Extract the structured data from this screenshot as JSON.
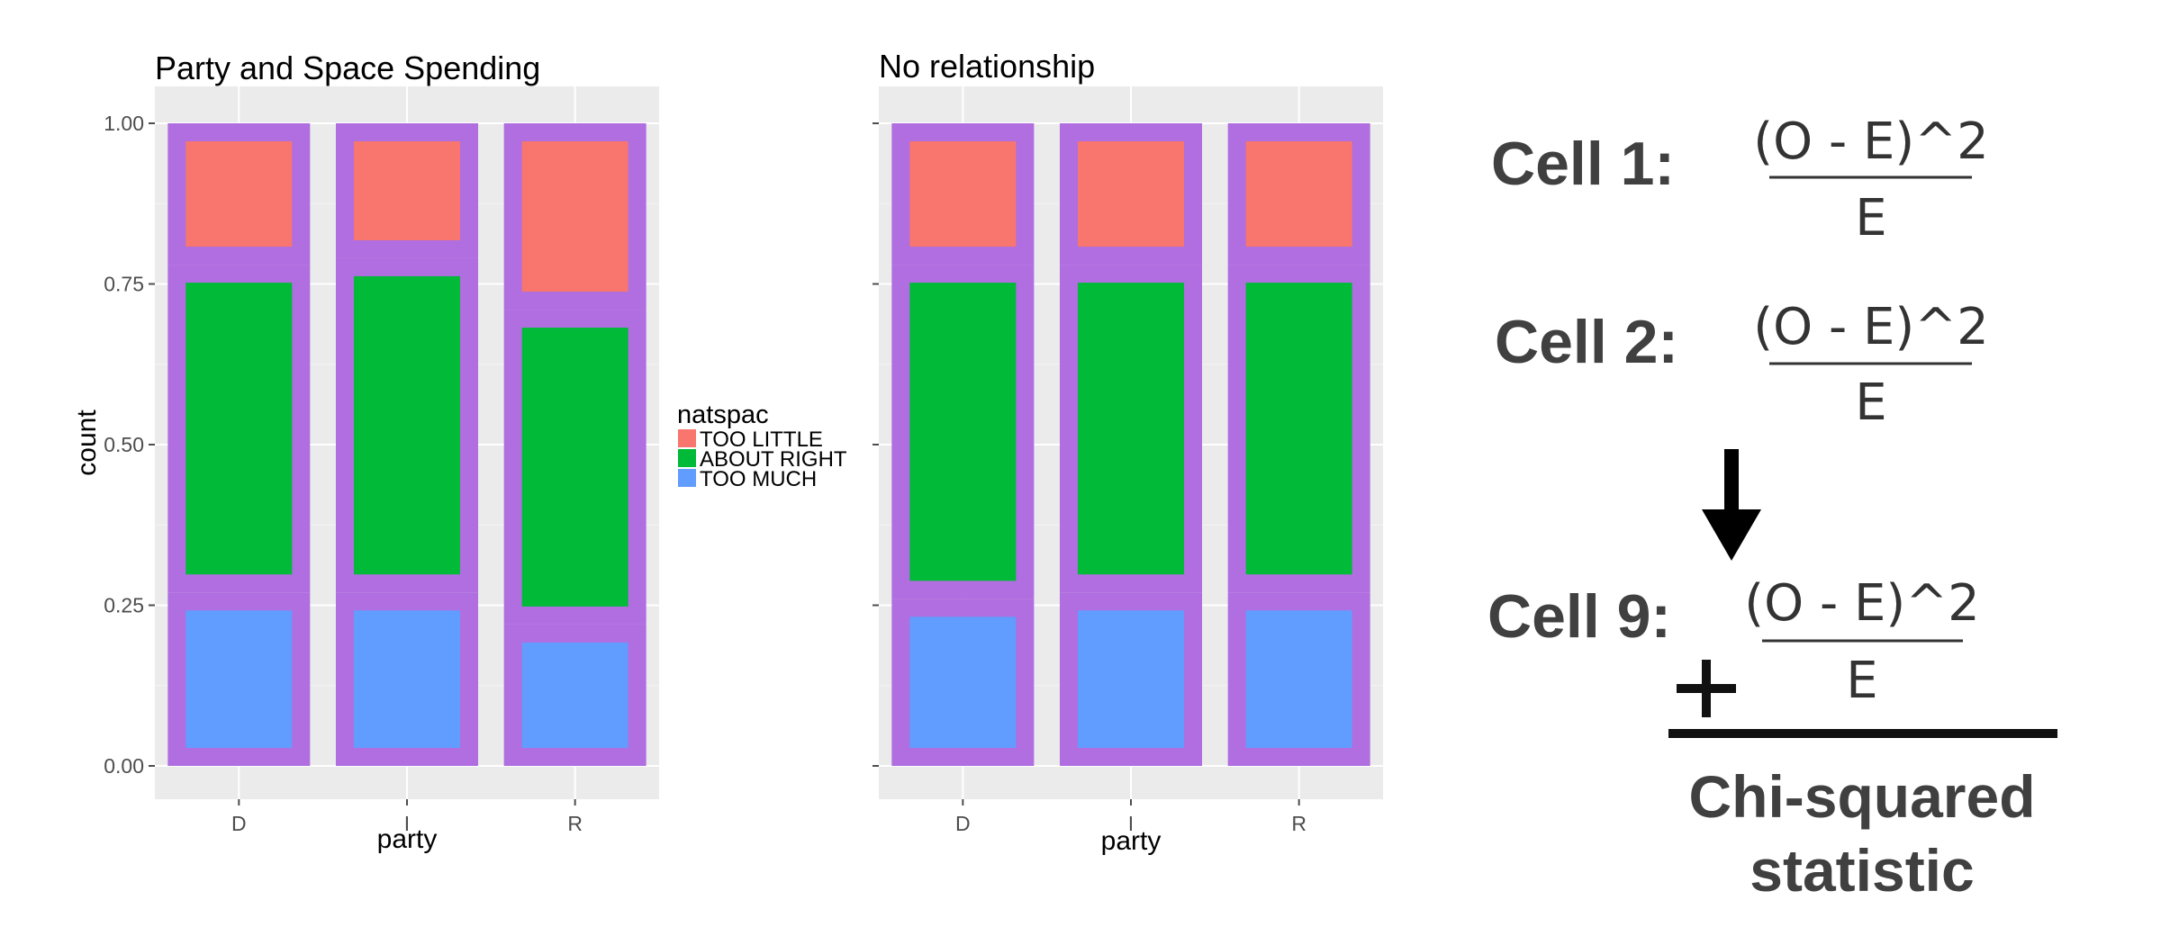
{
  "chart_data": [
    {
      "type": "bar",
      "title": "Party and Space Spending",
      "xlabel": "party",
      "ylabel": "count",
      "categories": [
        "D",
        "I",
        "R"
      ],
      "ylim": [
        0,
        1
      ],
      "yticks": [
        "0.00",
        "0.25",
        "0.50",
        "0.75",
        "1.00"
      ],
      "stacked": true,
      "series": [
        {
          "name": "TOO MUCH",
          "values": [
            0.27,
            0.27,
            0.22
          ]
        },
        {
          "name": "ABOUT RIGHT",
          "values": [
            0.51,
            0.52,
            0.49
          ]
        },
        {
          "name": "TOO LITTLE",
          "values": [
            0.22,
            0.21,
            0.29
          ]
        }
      ],
      "legend": {
        "title": "natspac",
        "position": "right",
        "items": [
          "TOO LITTLE",
          "ABOUT RIGHT",
          "TOO MUCH"
        ]
      },
      "grid": true
    },
    {
      "type": "bar",
      "title": "No relationship",
      "xlabel": "party",
      "ylabel": "",
      "categories": [
        "D",
        "I",
        "R"
      ],
      "ylim": [
        0,
        1
      ],
      "stacked": true,
      "series": [
        {
          "name": "TOO MUCH",
          "values": [
            0.26,
            0.27,
            0.27
          ]
        },
        {
          "name": "ABOUT RIGHT",
          "values": [
            0.52,
            0.51,
            0.51
          ]
        },
        {
          "name": "TOO LITTLE",
          "values": [
            0.22,
            0.22,
            0.22
          ]
        }
      ],
      "grid": true
    }
  ],
  "colors": {
    "too_little": "#F8766D",
    "about_right": "#00BA38",
    "too_much": "#619CFF",
    "outline": "#B06EE0",
    "panel": "#EBEBEB",
    "grid": "#FFFFFF"
  },
  "formula": {
    "cells": [
      {
        "label": "Cell 1:",
        "numerator": "(O - E)^2",
        "denominator": "E"
      },
      {
        "label": "Cell 2:",
        "numerator": "(O - E)^2",
        "denominator": "E"
      },
      {
        "label": "Cell 9:",
        "numerator": "(O - E)^2",
        "denominator": "E"
      }
    ],
    "plus": "+",
    "arrow_icon": "down-arrow-icon",
    "result_line1": "Chi-squared",
    "result_line2": "statistic"
  }
}
